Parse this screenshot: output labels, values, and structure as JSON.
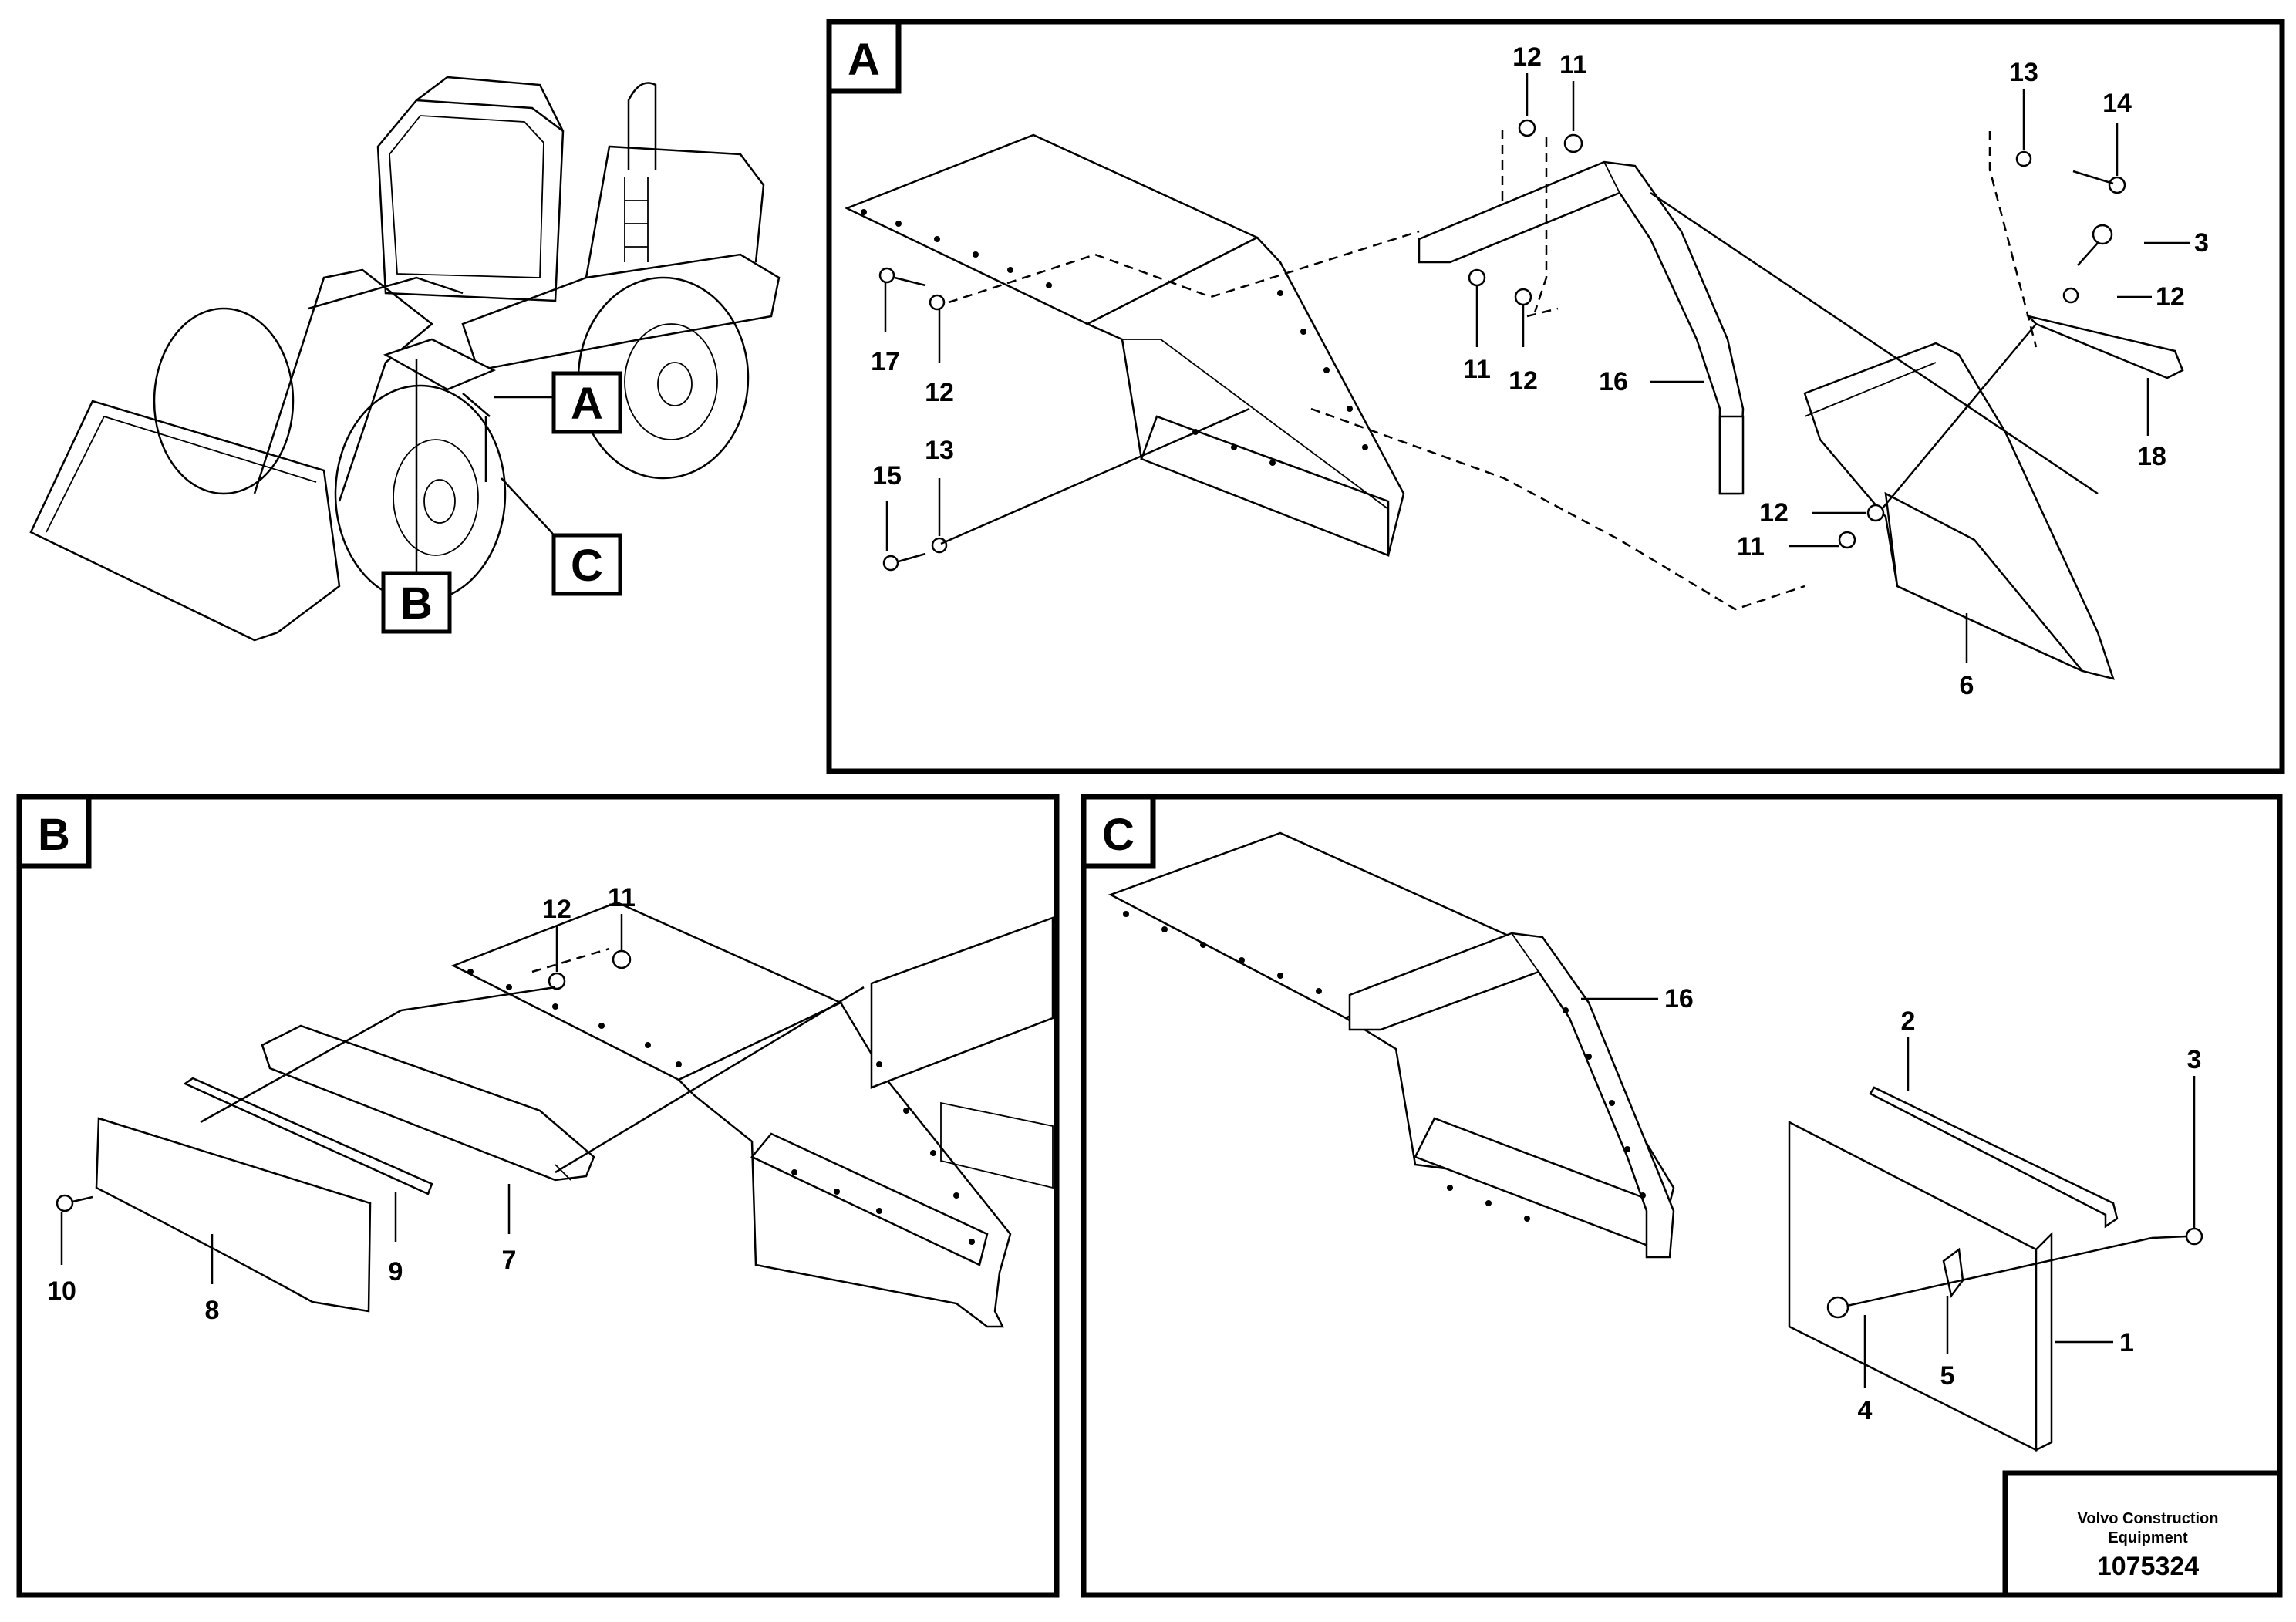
{
  "overview": {
    "tags": [
      "A",
      "B",
      "C"
    ]
  },
  "panels": {
    "A": {
      "label": "A",
      "callouts": [
        "12",
        "11",
        "13",
        "14",
        "3",
        "12",
        "17",
        "12",
        "11",
        "12",
        "16",
        "18",
        "15",
        "13",
        "12",
        "11",
        "6"
      ]
    },
    "B": {
      "label": "B",
      "callouts": [
        "12",
        "11",
        "10",
        "9",
        "7",
        "8"
      ]
    },
    "C": {
      "label": "C",
      "callouts": [
        "16",
        "2",
        "3",
        "1",
        "5",
        "4"
      ]
    }
  },
  "title_block": {
    "company_line1": "Volvo Construction",
    "company_line2": "Equipment",
    "doc_number": "1075324"
  }
}
